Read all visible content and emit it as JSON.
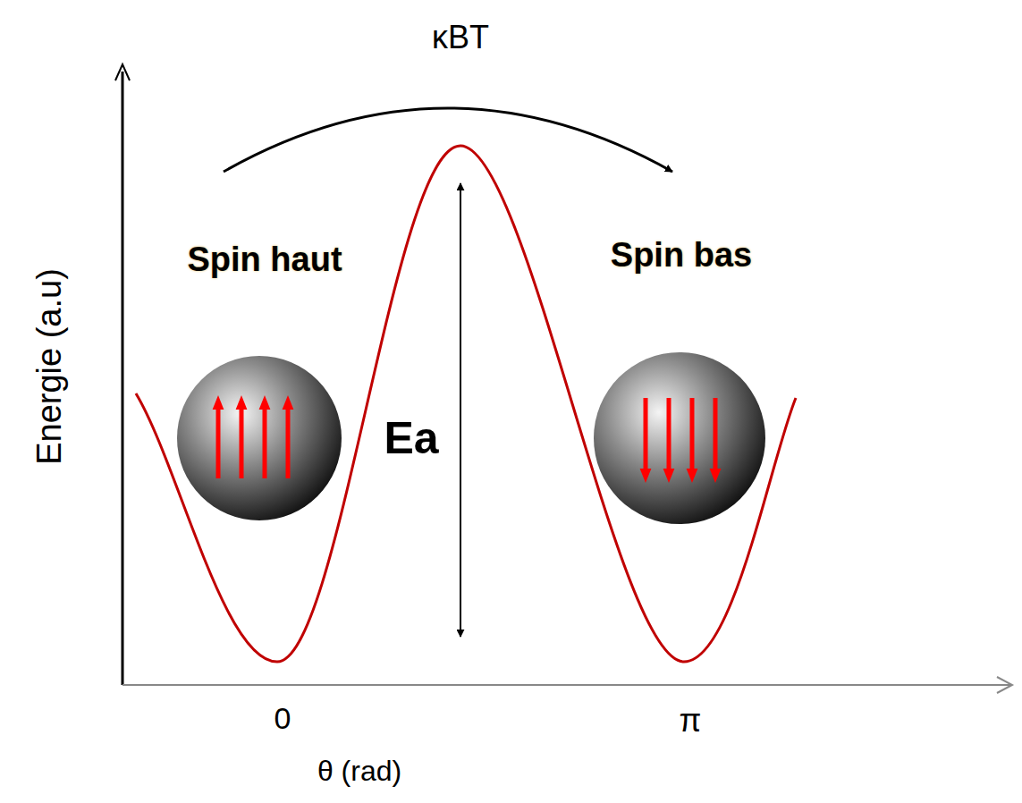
{
  "diagram": {
    "labels": [
      "κBT",
      "Spin haut",
      "Spin bas",
      "Ea",
      "Energie (a.u)",
      "0",
      "π",
      "θ (rad)"
    ]
  }
}
